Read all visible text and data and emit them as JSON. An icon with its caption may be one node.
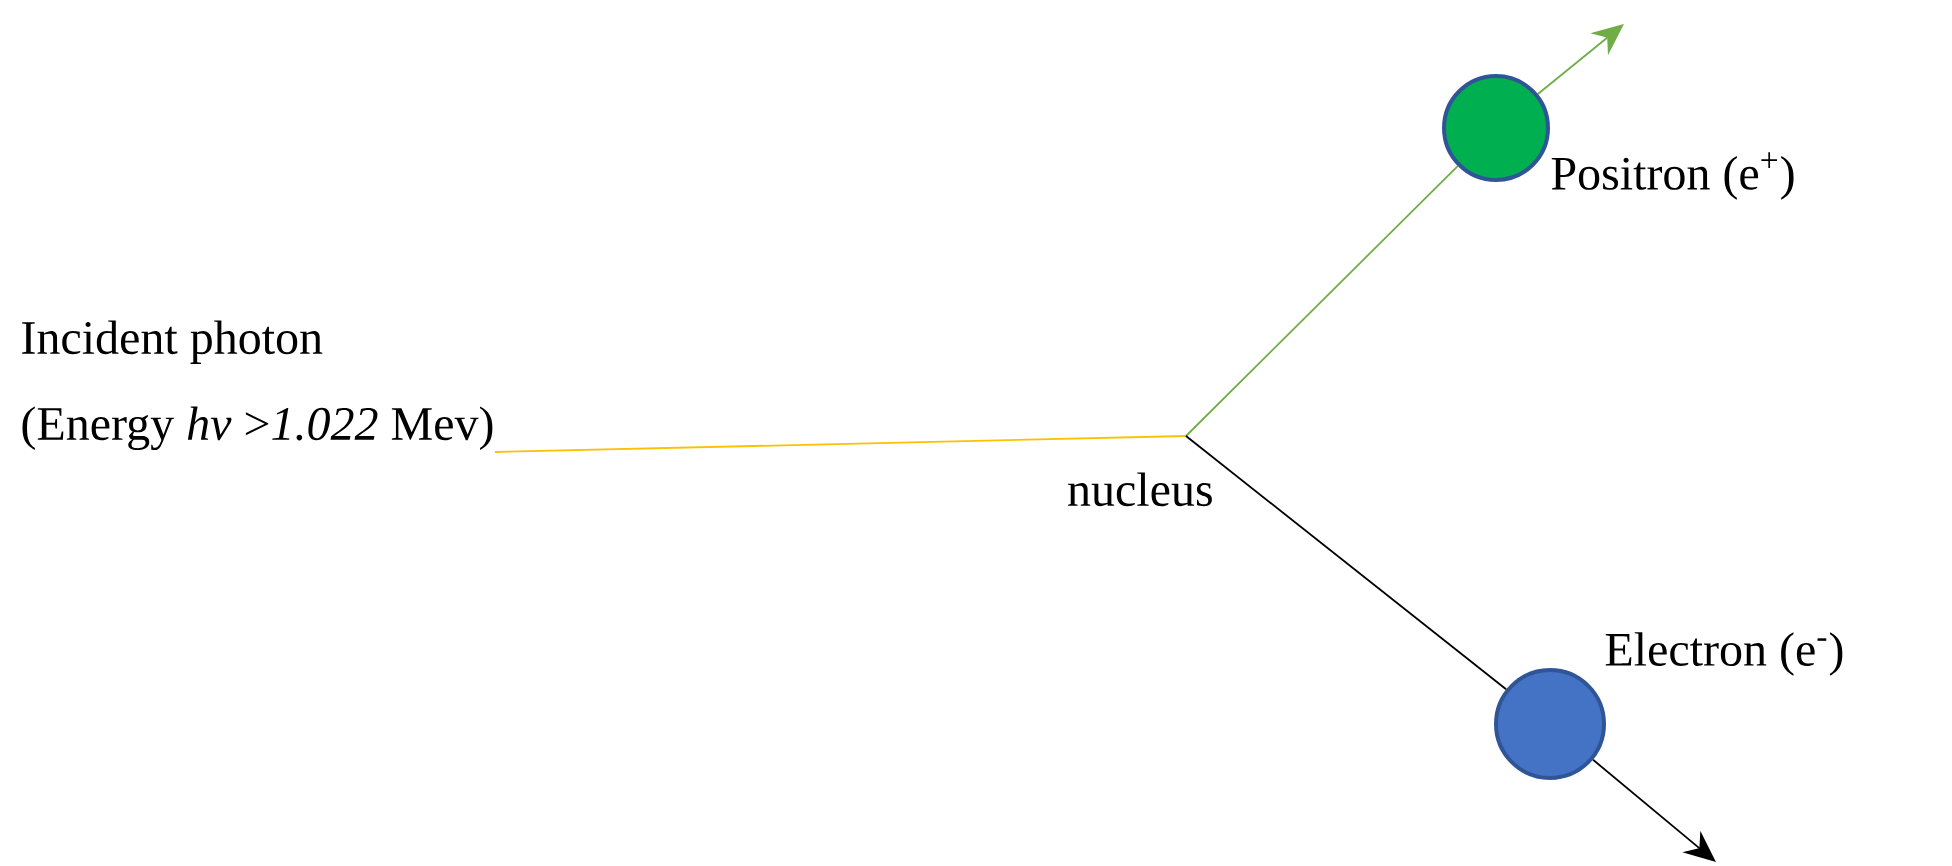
{
  "diagram": {
    "nodes": [
      {
        "text": [
          "Incident photon",
          "(Energy *hv* >*1.022* Mev)"
        ]
      },
      {
        "text": [
          "nucleus"
        ]
      },
      {
        "text": [],
        "shape": "circle",
        "beside": [
          "Positron (e$^{+}$)"
        ]
      },
      {
        "text": [],
        "shape": "circle",
        "beside": [
          "Electron (e$^{-}$)"
        ]
      }
    ],
    "edges": [
      {
        "from": 0,
        "to": 1,
        "arrow": "none",
        "color": "#ffc000"
      },
      {
        "from": 1,
        "to": 2,
        "arrow": "none",
        "color": "#70ad47"
      },
      {
        "from": 2,
        "to": null,
        "arrow": "to",
        "color": "#70ad47"
      },
      {
        "from": 1,
        "to": 3,
        "arrow": "none",
        "color": "#000000"
      },
      {
        "from": 3,
        "to": null,
        "arrow": "to",
        "color": "#000000"
      }
    ]
  }
}
